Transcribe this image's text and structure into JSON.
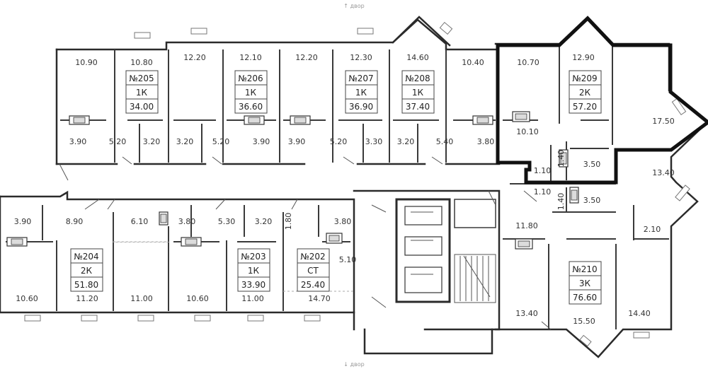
{
  "orientation": {
    "top": "↑ двор",
    "bottom": "↓ двор"
  },
  "apartments": [
    {
      "number": "№205",
      "type": "1К",
      "area": "34.00"
    },
    {
      "number": "№206",
      "type": "1К",
      "area": "36.60"
    },
    {
      "number": "№207",
      "type": "1К",
      "area": "36.90"
    },
    {
      "number": "№208",
      "type": "1К",
      "area": "37.40"
    },
    {
      "number": "№209",
      "type": "2К",
      "area": "57.20"
    },
    {
      "number": "№204",
      "type": "2К",
      "area": "51.80"
    },
    {
      "number": "№203",
      "type": "1К",
      "area": "33.90"
    },
    {
      "number": "№202",
      "type": "СТ",
      "area": "25.40"
    },
    {
      "number": "№210",
      "type": "3К",
      "area": "76.60"
    }
  ],
  "room_areas": {
    "top": [
      "10.90",
      "10.80",
      "12.20",
      "12.10",
      "12.20",
      "12.30",
      "14.60",
      "10.40",
      "10.70",
      "12.90",
      "17.50",
      "10.10"
    ],
    "top_small": [
      "3.90",
      "5.20",
      "3.20",
      "3.20",
      "5.20",
      "3.90",
      "3.90",
      "5.20",
      "3.30",
      "3.20",
      "5.40",
      "3.80",
      "1.10",
      "1.40",
      "3.50"
    ],
    "right": [
      "13.40",
      "1.10",
      "1.40",
      "3.50",
      "11.80",
      "2.10",
      "13.40",
      "15.50",
      "14.40"
    ],
    "bottom_upper": [
      "3.90",
      "8.90",
      "6.10",
      "3.80",
      "5.30",
      "3.20",
      "1.80",
      "3.80",
      "5.10"
    ],
    "bottom_lower": [
      "10.60",
      "11.20",
      "11.00",
      "10.60",
      "11.00",
      "14.70"
    ]
  }
}
